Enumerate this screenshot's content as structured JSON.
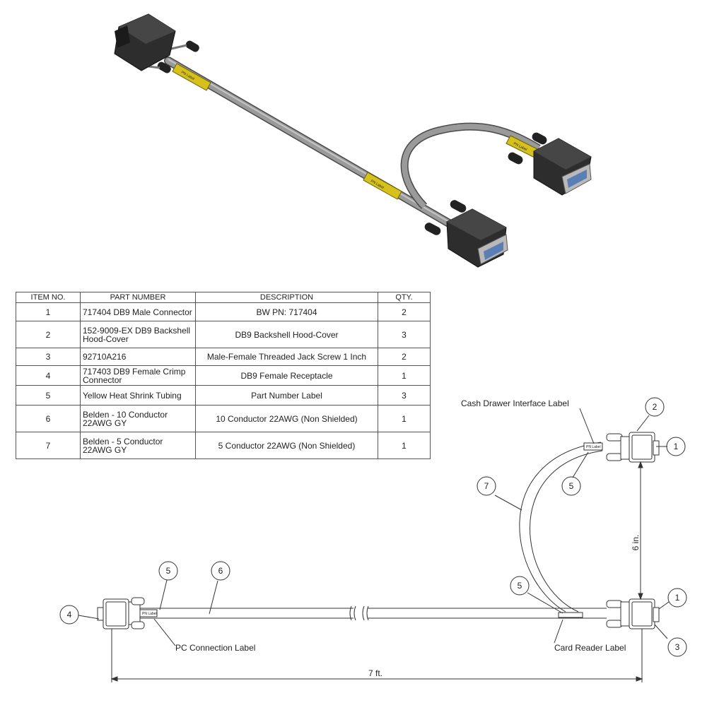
{
  "bom": {
    "headers": {
      "item": "ITEM NO.",
      "part": "PART NUMBER",
      "desc": "DESCRIPTION",
      "qty": "QTY."
    },
    "rows": [
      {
        "item": "1",
        "part": "717404 DB9 Male Connector",
        "desc": "BW PN: 717404",
        "qty": "2"
      },
      {
        "item": "2",
        "part": "152-9009-EX DB9 Backshell Hood-Cover",
        "desc": "DB9 Backshell Hood-Cover",
        "qty": "3"
      },
      {
        "item": "3",
        "part": "92710A216",
        "desc": "Male-Female Threaded Jack Screw 1 Inch",
        "qty": "2"
      },
      {
        "item": "4",
        "part": "717403 DB9 Female Crimp Connector",
        "desc": "DB9 Female Receptacle",
        "qty": "1"
      },
      {
        "item": "5",
        "part": "Yellow Heat Shrink Tubing",
        "desc": "Part Number Label",
        "qty": "3"
      },
      {
        "item": "6",
        "part": "Belden - 10 Conductor 22AWG GY",
        "desc": "10 Conductor 22AWG (Non Shielded)",
        "qty": "1"
      },
      {
        "item": "7",
        "part": "Belden - 5 Conductor 22AWG GY",
        "desc": "5 Conductor 22AWG (Non Shielded)",
        "qty": "1"
      }
    ]
  },
  "drawing": {
    "labels": {
      "cash_drawer": "Cash Drawer Interface Label",
      "pc_connection": "PC Connection Label",
      "card_reader": "Card Reader Label",
      "pn_label": "PN Label"
    },
    "dimensions": {
      "overall_length": "7 ft.",
      "branch_offset": "6 in."
    },
    "balloons": {
      "b2_top": "2",
      "b1_top": "1",
      "b5_top": "5",
      "b7": "7",
      "b4": "4",
      "b5_left": "5",
      "b6": "6",
      "b5_mid": "5",
      "b1_bottom": "1",
      "b3": "3"
    }
  },
  "render": {
    "cable_color": "#8d8d8d",
    "connector_color": "#2b2b2b",
    "shrink_color": "#d8c21a",
    "pin_color": "#5b7fb5"
  }
}
